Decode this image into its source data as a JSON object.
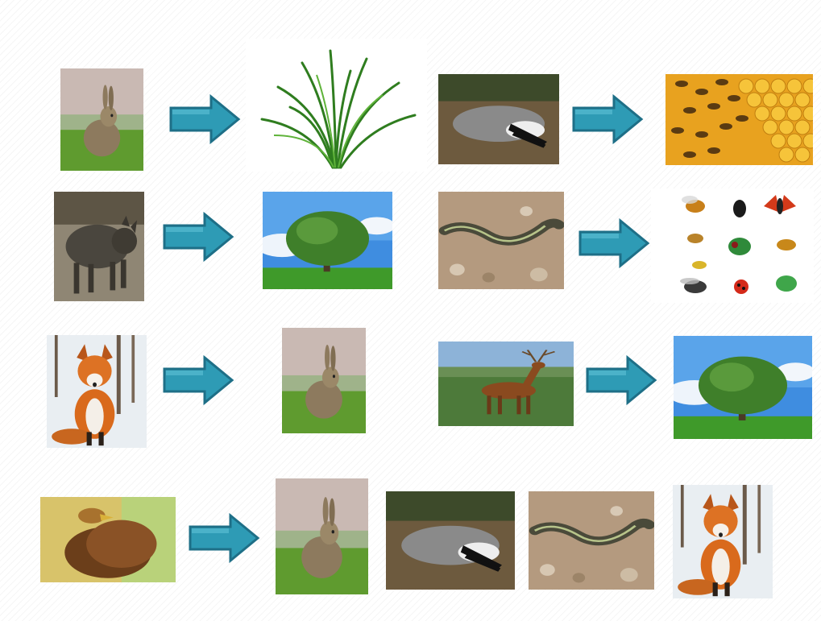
{
  "slide": {
    "theme": {
      "arrow_fill": "#2e9bb5",
      "arrow_stroke": "#1e6f87",
      "background": "#ffffff"
    },
    "rows": [
      [
        {
          "predator": "rabbit",
          "prey": "grass",
          "arrow_icon": "right-arrow-icon"
        },
        {
          "predator": "badger",
          "prey": "bees-honeycomb",
          "arrow_icon": "right-arrow-icon"
        }
      ],
      [
        {
          "predator": "wild-boar",
          "prey": "oak-tree",
          "arrow_icon": "right-arrow-icon"
        },
        {
          "predator": "lizard",
          "prey": "insects",
          "arrow_icon": "right-arrow-icon"
        }
      ],
      [
        {
          "predator": "fox",
          "prey": "rabbit",
          "arrow_icon": "right-arrow-icon"
        },
        {
          "predator": "red-deer",
          "prey": "oak-tree",
          "arrow_icon": "right-arrow-icon"
        }
      ],
      [
        {
          "predator": "golden-eagle",
          "prey": [
            "rabbit",
            "badger",
            "lizard",
            "fox"
          ],
          "arrow_icon": "right-arrow-icon"
        }
      ]
    ]
  }
}
